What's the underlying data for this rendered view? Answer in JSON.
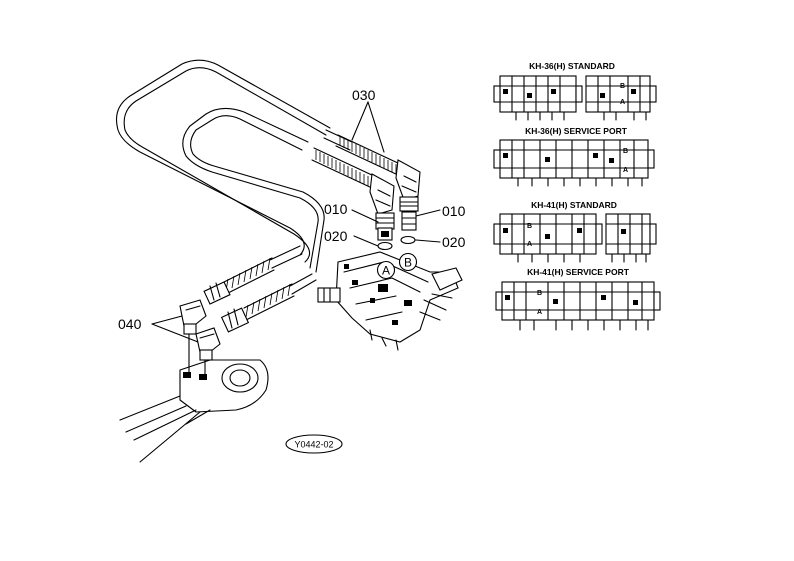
{
  "callouts": {
    "p030": "030",
    "p010_left": "010",
    "p010_right": "010",
    "p020_left": "020",
    "p020_right": "020",
    "p040": "040"
  },
  "port_labels": {
    "a": "A",
    "b": "B"
  },
  "panels": [
    {
      "title": "KH-36(H) STANDARD",
      "label_b": "B",
      "label_a": "A"
    },
    {
      "title": "KH-36(H) SERVICE PORT",
      "label_b": "B",
      "label_a": "A"
    },
    {
      "title": "KH-41(H) STANDARD",
      "label_b": "B",
      "label_a": "A"
    },
    {
      "title": "KH-41(H) SERVICE PORT",
      "label_b": "B",
      "label_a": "A"
    }
  ],
  "reference_code": "Y0442-02"
}
